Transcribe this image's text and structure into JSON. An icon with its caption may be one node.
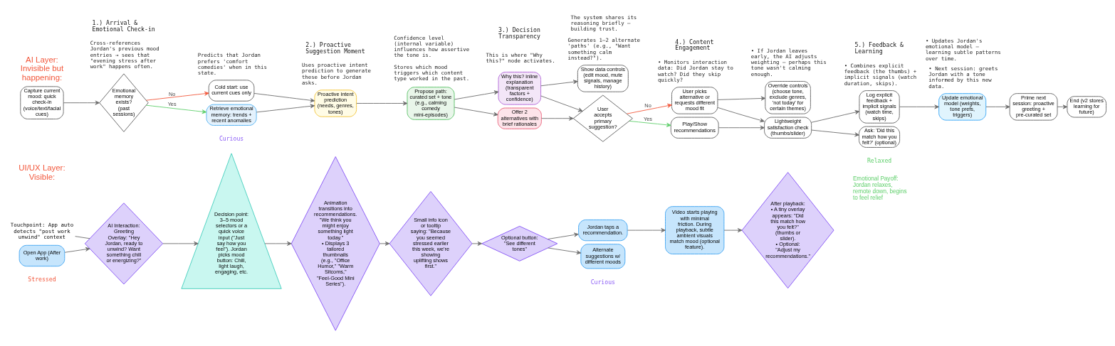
{
  "diagram": {
    "nodes": [
      {
        "text": [
          "Capture current mood: quick check-in (voice/text/facial cues)"
        ]
      },
      {
        "text": [
          "Emotional memory exists? (past sessions)"
        ]
      },
      {
        "text": [
          "Cold start: use current cues only"
        ]
      },
      {
        "text": [
          "Retrieve emotional memory: trends + recent anomalies"
        ]
      },
      {
        "text": [
          "Proactive intent prediction (needs, genres, tones)"
        ]
      },
      {
        "text": [
          "Propose path: curated set + tone (e.g., calming comedy mini-episodes)"
        ]
      },
      {
        "text": [
          "Why this? inline explanation (transparent factors + confidence)"
        ]
      },
      {
        "text": [
          "Offer 2 alternatives with brief rationales"
        ]
      },
      {
        "text": [
          "Show data controls (edit mood, mute signals, manage history)"
        ]
      },
      {
        "text": [
          "User accepts primary suggestion?"
        ]
      },
      {
        "text": [
          "User picks alternative or requests different mood fit"
        ]
      },
      {
        "text": [
          "Play/Show recommendations"
        ]
      },
      {
        "text": [
          "Override controls (choose tone, exclude genres, 'not today' for certain themes)"
        ]
      },
      {
        "text": [
          "Lightweight satisfaction check (thumbs/slider)"
        ]
      },
      {
        "text": [
          "Log explicit feedback + implicit signals (watch time, skips)"
        ]
      },
      {
        "text": [
          "Ask: 'Did this match how you felt?' (optional)"
        ]
      },
      {
        "text": [
          "Update emotional model (weights, tone prefs, triggers)"
        ]
      },
      {
        "text": [
          "Prime next session: proactive greeting + pre-curated set"
        ]
      },
      {
        "text": [
          "End (v2 stores learning for future)"
        ]
      },
      {
        "text": [
          "Open App (After work)"
        ]
      },
      {
        "text": [
          "AI Interaction: Greeting Overlay: \"Hey Jordan, ready to unwind? Want something chill or energizing?\""
        ]
      },
      {
        "text": [
          "Decision point: 3–5 mood selectors or a quick voice input (\"Just say how you feel\"). Jordan picks mood button: Chill, light laugh, engaging, etc."
        ]
      },
      {
        "text": [
          "Animation transitions into recommendations. \"We think you might enjoy something light today.\"",
          "• Displays 3 tailored thumbnails (e.g., \"Office Humor,\" \"Warm Sitcoms,\" \"Feel-Good Mini Series\")."
        ]
      },
      {
        "text": [
          "Small info icon or tooltip saying: \"Because you seemed stressed earlier this week, we're showing uplifting shows first.\""
        ]
      },
      {
        "text": [
          "Optional button: \"See different tones\""
        ]
      },
      {
        "text": [
          "Alternate suggestions w/ different moods"
        ]
      },
      {
        "text": [
          "Jordan taps a recommendation."
        ]
      },
      {
        "text": [
          "Video starts playing with minimal friction. During playback, subtle ambient visuals match mood (optional feature)."
        ]
      },
      {
        "text": [
          "After playback:",
          "• A tiny overlay appears: \"Did this match how you felt?\" (thumbs or slider).",
          "• Optional: \"Adjust my recommendations.\""
        ]
      },
      {
        "text": [
          "Touchpoint: App auto detects \"post work unwind\" context"
        ]
      }
    ],
    "edges": [
      {
        "from": 0,
        "to": 1,
        "arrow": "to"
      },
      {
        "from": 1,
        "to": 2,
        "arrow": "to",
        "label": "No",
        "color": "#f2573b"
      },
      {
        "from": 1,
        "to": 3,
        "arrow": "to",
        "label": "Yes",
        "color": "#5fcf6b"
      },
      {
        "from": 2,
        "to": 4,
        "arrow": "to"
      },
      {
        "from": 3,
        "to": 4,
        "arrow": "to"
      },
      {
        "from": 4,
        "to": 5,
        "arrow": "to"
      },
      {
        "from": 5,
        "to": 6,
        "arrow": "to"
      },
      {
        "from": 5,
        "to": 7,
        "arrow": "to"
      },
      {
        "from": 6,
        "to": 8,
        "arrow": "to"
      },
      {
        "from": 6,
        "to": 9,
        "arrow": "to"
      },
      {
        "from": 7,
        "to": 9,
        "arrow": "to"
      },
      {
        "from": 9,
        "to": 10,
        "arrow": "to",
        "label": "No",
        "color": "#f2573b"
      },
      {
        "from": 9,
        "to": 11,
        "arrow": "to",
        "label": "Yes",
        "color": "#5fcf6b"
      },
      {
        "from": 10,
        "to": 12,
        "arrow": "to"
      },
      {
        "from": 10,
        "to": 13,
        "arrow": "to"
      },
      {
        "from": 11,
        "to": 13,
        "arrow": "to"
      },
      {
        "from": 13,
        "to": 14,
        "arrow": "to"
      },
      {
        "from": 13,
        "to": 15,
        "arrow": "to"
      },
      {
        "from": 14,
        "to": 16,
        "arrow": "to"
      },
      {
        "from": 16,
        "to": 17,
        "arrow": "to"
      },
      {
        "from": 17,
        "to": 18,
        "arrow": "to"
      },
      {
        "from": 19,
        "to": 20,
        "arrow": "to"
      },
      {
        "from": 29,
        "to": 20,
        "arrow": "none"
      },
      {
        "from": 20,
        "to": 21,
        "arrow": "to"
      },
      {
        "from": 21,
        "to": 22,
        "arrow": "to"
      },
      {
        "from": 22,
        "to": 23,
        "arrow": "to"
      },
      {
        "from": 23,
        "to": 24,
        "arrow": "to"
      },
      {
        "from": 24,
        "to": 26,
        "arrow": "to"
      },
      {
        "from": 24,
        "to": 25,
        "arrow": "to"
      },
      {
        "from": 26,
        "to": 27,
        "arrow": "to"
      },
      {
        "from": 27,
        "to": 28,
        "arrow": "to"
      }
    ],
    "labels": [
      "AI Layer: Invisible but happening:",
      "1.) Arrival & Emotional Check-in",
      "Cross-references Jordan's previous mood entries → sees that \"evening stress after work\" happens often.",
      "Predicts that Jordan prefers 'comfort comedies' when in this state.",
      "2.) Proactive Suggestion Moment",
      "Uses proactive intent prediction to generate these before Jordan asks.",
      "Confidence level (internal variable) influences how assertive the tone is.",
      "Stores which mood triggers which content type worked in the past.",
      "3.) Decision Transparency",
      "This is where \"Why this?\" node activates.",
      "The system shares its reasoning briefly — building trust.",
      "Generates 1–2 alternate 'paths' (e.g., \"Want something calm instead?\").",
      "4.) Content Engagement",
      "• Monitors interaction data: Did Jordan stay to watch? Did they skip quickly?",
      "• If Jordan leaves early, the AI adjusts weighting — perhaps this tone wasn't calming enough.",
      "5.) Feedback & Learning",
      "• Combines explicit feedback (the thumbs) + implicit signals (watch duration, skips).",
      "• Updates Jordan's emotional model — learning subtle patterns over time.",
      "• Next session: greets Jordan with a tone informed by this new data.",
      "UI/UX Layer: Visible:",
      "Stressed",
      "Curious",
      "Curious",
      "Relaxed",
      "Emotional Payoff: Jordan relaxes, remote down, begins to feel relief"
    ]
  }
}
